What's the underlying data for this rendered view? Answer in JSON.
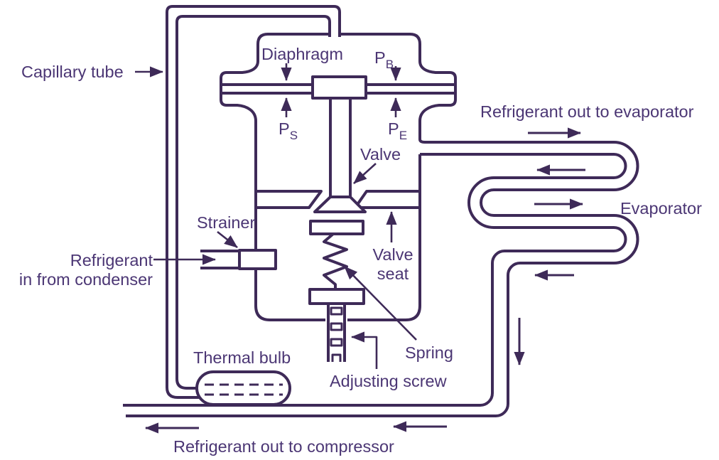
{
  "colors": {
    "line": "#3e2a58",
    "text": "#4b3674",
    "background": "#ffffff"
  },
  "diagram": {
    "title_implied": "",
    "labels": {
      "capillary_tube": "Capillary tube",
      "diaphragm": "Diaphragm",
      "pressure_bulb_main": "P",
      "pressure_bulb_sub": "B",
      "pressure_spring_main": "P",
      "pressure_spring_sub": "S",
      "pressure_evaporator_main": "P",
      "pressure_evaporator_sub": "E",
      "valve": "Valve",
      "refrigerant_out_to_evaporator": "Refrigerant out to evaporator",
      "evaporator": "Evaporator",
      "strainer": "Strainer",
      "refrigerant_in_line1": "Refrigerant",
      "refrigerant_in_line2": "in from condenser",
      "valve_seat_line1": "Valve",
      "valve_seat_line2": "seat",
      "spring": "Spring",
      "thermal_bulb": "Thermal bulb",
      "adjusting_screw": "Adjusting screw",
      "refrigerant_out_to_compressor": "Refrigerant out to compressor"
    }
  }
}
